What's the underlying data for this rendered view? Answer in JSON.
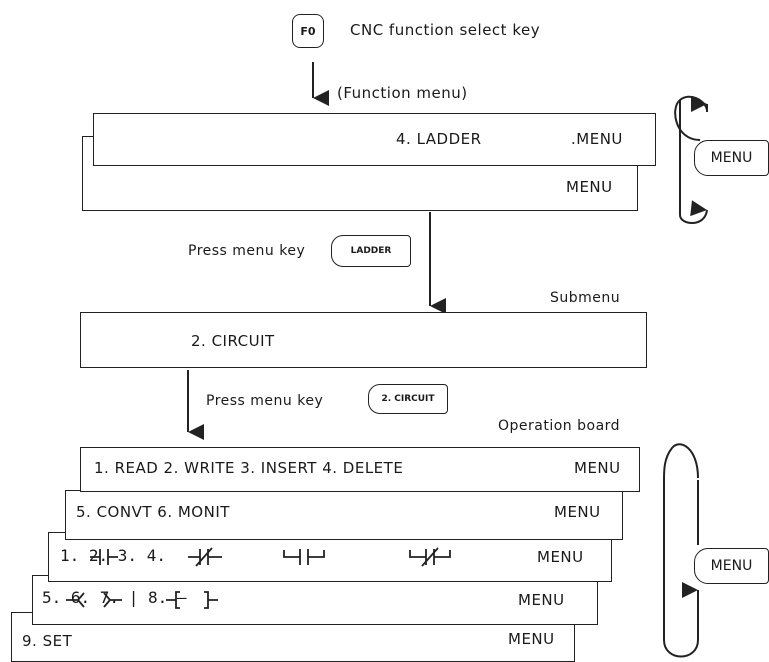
{
  "top": {
    "f0_key": "F0",
    "f0_label": "CNC function select key",
    "function_menu_label": "(Function menu)"
  },
  "function_menu": {
    "row1_item": "4.  LADDER",
    "row1_menu": ".MENU",
    "row2_menu": "MENU"
  },
  "cycle_menu_key": "MENU",
  "step1": {
    "press_label": "Press menu key",
    "key_label": "LADDER"
  },
  "submenu": {
    "title": "Submenu",
    "item": "2.  CIRCUIT"
  },
  "step2": {
    "press_label": "Press menu key",
    "key_label": "2. CIRCUIT"
  },
  "operation_board": {
    "title": "Operation board",
    "rows": [
      {
        "text": "1. READ  2. WRITE  3. INSERT  4. DELETE",
        "menu": "MENU"
      },
      {
        "text": "5. CONVT      6. MONIT",
        "menu": "MENU"
      },
      {
        "text": "1.        2.          3.          4.",
        "menu": "MENU"
      },
      {
        "text": "5.             6.            7.      |       8.      —",
        "menu": "MENU"
      },
      {
        "text": "9. SET",
        "menu": "MENU"
      }
    ]
  },
  "cycle_menu_key_2": "MENU"
}
